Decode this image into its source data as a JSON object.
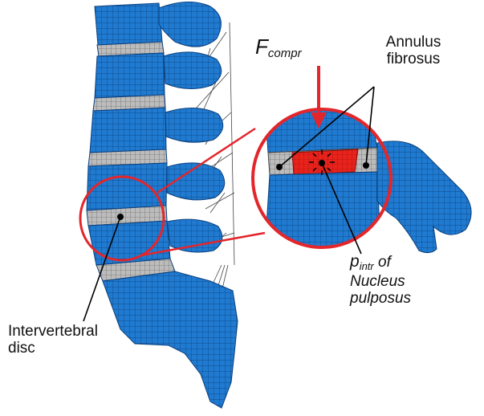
{
  "labels": {
    "force_symbol": "F",
    "force_subscript": "compr",
    "annulus_line1": "Annulus",
    "annulus_line2": "fibrosus",
    "pressure_symbol": "p",
    "pressure_subscript": "intr",
    "pressure_of": " of",
    "nucleus_line1": "Nucleus",
    "nucleus_line2": "pulposus",
    "disc_line1": "Intervertebral",
    "disc_line2": "disc"
  },
  "colors": {
    "bone": "#1f7ad0",
    "bone_dark": "#0d4f98",
    "disc": "#b9b9b9",
    "nucleus": "#e8231c",
    "highlight_circle": "#e3262b",
    "leader_line": "#000000"
  }
}
